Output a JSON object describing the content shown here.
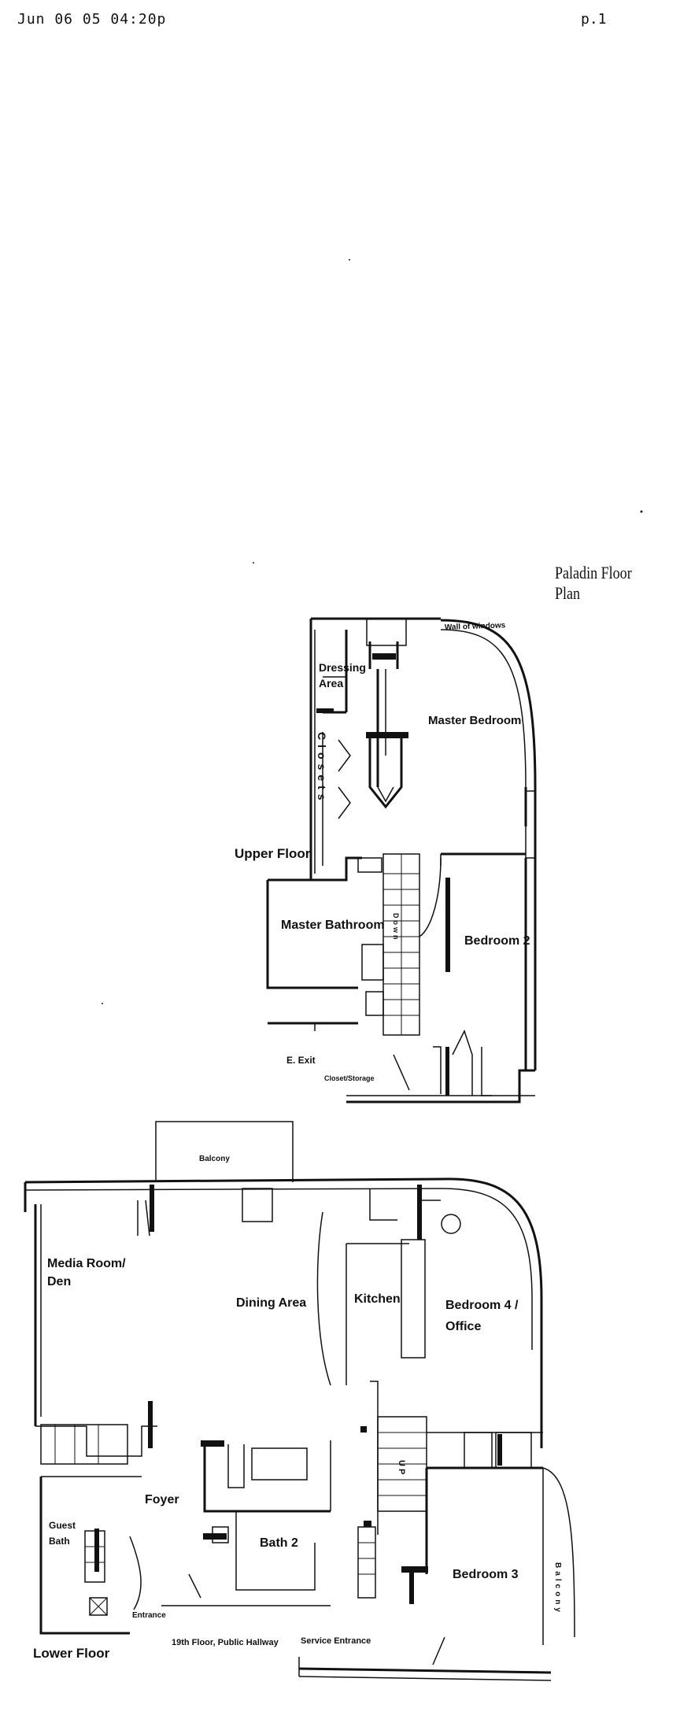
{
  "header": {
    "fax_date": "Jun 06 05 04:20p",
    "page": "p.1"
  },
  "title": "Paladin Floor Plan",
  "upper_floor": {
    "label": "Upper Floor",
    "rooms": {
      "wall_of_windows": "Wall of windows",
      "dressing_area_1": "Dressing",
      "dressing_area_2": "Area",
      "closets": "Closets",
      "master_bedroom": "Master Bedroom",
      "master_bathroom": "Master Bathroom",
      "stairs": "Down",
      "bedroom_2": "Bedroom 2",
      "e_exit": "E. Exit",
      "closet_storage": "Closet/Storage"
    }
  },
  "lower_floor": {
    "label": "Lower Floor",
    "rooms": {
      "balcony": "Balcony",
      "media_room_1": "Media Room/",
      "media_room_2": "Den",
      "dining_area": "Dining Area",
      "kitchen": "Kitchen",
      "bedroom_4_1": "Bedroom 4 /",
      "bedroom_4_2": "Office",
      "foyer": "Foyer",
      "guest_bath_1": "Guest",
      "guest_bath_2": "Bath",
      "bath_2": "Bath 2",
      "bedroom_3": "Bedroom 3",
      "side_balcony": "Balcony",
      "stairs_up": "UP",
      "entrance": "Entrance",
      "public_hallway": "19th Floor, Public Hallway",
      "service_entrance": "Service Entrance"
    }
  }
}
